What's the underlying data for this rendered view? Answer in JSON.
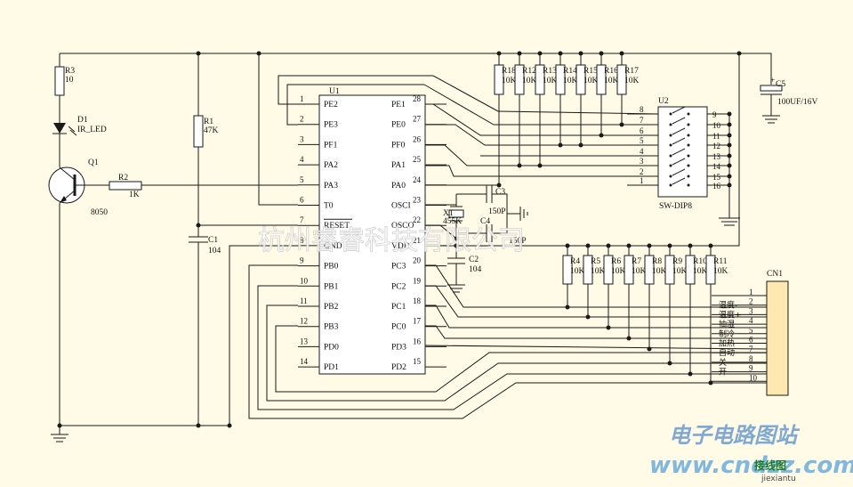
{
  "watermark": "杭州睿睿科技有限公司",
  "brand": {
    "cn": "电子电路图站",
    "url": "www.cndzz.com",
    "tag": "接线图",
    "sub": "jiexiantu"
  },
  "u1": {
    "ref": "U1",
    "left": [
      {
        "n": "1",
        "name": "PE2"
      },
      {
        "n": "2",
        "name": "PE3"
      },
      {
        "n": "3",
        "name": "PF1"
      },
      {
        "n": "4",
        "name": "PA2"
      },
      {
        "n": "5",
        "name": "PA3"
      },
      {
        "n": "6",
        "name": "T0"
      },
      {
        "n": "7",
        "name": "RESET"
      },
      {
        "n": "8",
        "name": "GND"
      },
      {
        "n": "9",
        "name": "PB0"
      },
      {
        "n": "10",
        "name": "PB1"
      },
      {
        "n": "11",
        "name": "PB2"
      },
      {
        "n": "12",
        "name": "PB3"
      },
      {
        "n": "13",
        "name": "PD0"
      },
      {
        "n": "14",
        "name": "PD1"
      }
    ],
    "right": [
      {
        "n": "28",
        "name": "PE1"
      },
      {
        "n": "27",
        "name": "PE0"
      },
      {
        "n": "26",
        "name": "PF0"
      },
      {
        "n": "25",
        "name": "PA1"
      },
      {
        "n": "24",
        "name": "PA0"
      },
      {
        "n": "23",
        "name": "OSCI"
      },
      {
        "n": "22",
        "name": "OSCO"
      },
      {
        "n": "21",
        "name": "VDD"
      },
      {
        "n": "20",
        "name": "PC3"
      },
      {
        "n": "19",
        "name": "PC2"
      },
      {
        "n": "18",
        "name": "PC1"
      },
      {
        "n": "17",
        "name": "PC0"
      },
      {
        "n": "16",
        "name": "PD3"
      },
      {
        "n": "15",
        "name": "PD2"
      }
    ]
  },
  "parts": {
    "r3": {
      "ref": "R3",
      "val": "10"
    },
    "d1": {
      "ref": "D1",
      "val": "IR_LED"
    },
    "q1": {
      "ref": "Q1",
      "val": "8050"
    },
    "r2": {
      "ref": "R2",
      "val": "1K"
    },
    "r1": {
      "ref": "R1",
      "val": "47K"
    },
    "c1": {
      "ref": "C1",
      "val": "104"
    },
    "c2": {
      "ref": "C2",
      "val": "104"
    },
    "c3": {
      "ref": "C3",
      "val": "150P"
    },
    "c4": {
      "ref": "C4",
      "val": "150P"
    },
    "x1": {
      "ref": "X1",
      "val": "455K"
    },
    "c5": {
      "ref": "C5",
      "val": "100UF/16V",
      "plus": "+"
    },
    "u2": {
      "ref": "U2",
      "val": "SW-DIP8"
    },
    "cn1": {
      "ref": "CN1"
    }
  },
  "top_res": [
    {
      "ref": "R18",
      "val": "10K"
    },
    {
      "ref": "R12",
      "val": "10K"
    },
    {
      "ref": "R13",
      "val": "10K"
    },
    {
      "ref": "R14",
      "val": "10K"
    },
    {
      "ref": "R15",
      "val": "10K"
    },
    {
      "ref": "R16",
      "val": "10K"
    },
    {
      "ref": "R17",
      "val": "10K"
    }
  ],
  "mid_res": [
    {
      "ref": "R4",
      "val": "10K"
    },
    {
      "ref": "R5",
      "val": "10K"
    },
    {
      "ref": "R6",
      "val": "10K"
    },
    {
      "ref": "R7",
      "val": "10K"
    },
    {
      "ref": "R8",
      "val": "10K"
    },
    {
      "ref": "R9",
      "val": "10K"
    },
    {
      "ref": "R10",
      "val": "10K"
    },
    {
      "ref": "R11",
      "val": "10K"
    }
  ],
  "dip_left": [
    "8",
    "7",
    "6",
    "5",
    "4",
    "3",
    "2",
    "1"
  ],
  "dip_right": [
    "9",
    "10",
    "11",
    "12",
    "13",
    "14",
    "15",
    "16"
  ],
  "cn1_pins": [
    "1",
    "2",
    "3",
    "4",
    "5",
    "6",
    "7",
    "8",
    "9",
    "10"
  ],
  "cn1_labels": [
    "温度-",
    "温度+",
    "抽湿",
    "制冷",
    "加热",
    "自动",
    "关",
    "开"
  ]
}
